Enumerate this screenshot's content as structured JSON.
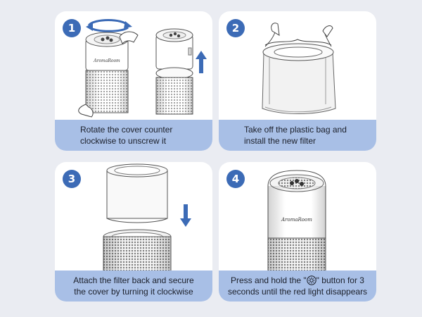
{
  "steps": [
    {
      "number": "1",
      "caption_line1": "Rotate the cover counter",
      "caption_line2": "clockwise to unscrew it",
      "brand": "AromaRoom"
    },
    {
      "number": "2",
      "caption_line1": "Take off the plastic bag and",
      "caption_line2": "install the new filter"
    },
    {
      "number": "3",
      "caption_line1": "Attach the filter back and secure",
      "caption_line2": "the cover by turning it clockwise"
    },
    {
      "number": "4",
      "caption_line1_pre": "Press and hold the \"",
      "caption_line1_post": "\" button for 3",
      "caption_line2": "seconds until the red light disappears",
      "brand": "AromaRoom"
    }
  ],
  "colors": {
    "background": "#eaecf2",
    "card": "#ffffff",
    "caption_band": "#a8bfe6",
    "badge": "#3c6bb6",
    "arrow": "#3c6bb6"
  },
  "icons": [
    "rotate-arrow-icon",
    "up-arrow-icon",
    "down-arrow-icon",
    "light-button-icon"
  ]
}
